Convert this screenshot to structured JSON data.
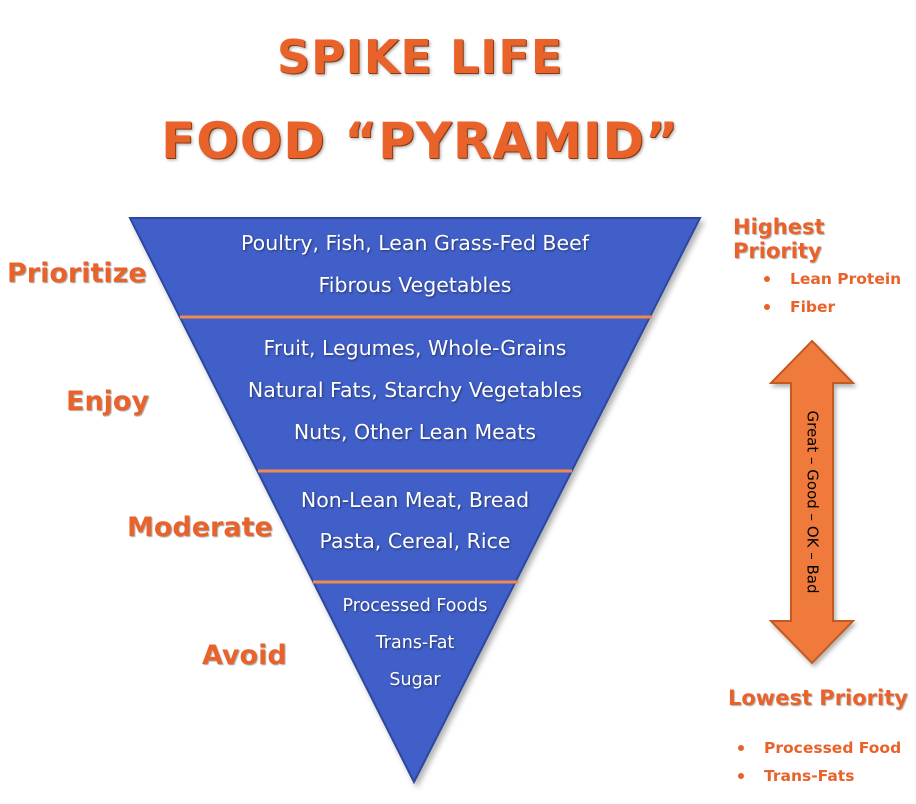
{
  "title": {
    "line1": "SPIKE LIFE",
    "line2": "FOOD “PYRAMID”"
  },
  "colors": {
    "accent": "#e8622a",
    "pyramid_fill": "#3f5fc8",
    "pyramid_stroke": "#2d479e",
    "divider": "#f08a52",
    "arrow_fill": "#f07a3a",
    "arrow_stroke": "#c25a20"
  },
  "tiers": [
    {
      "label": "Prioritize",
      "lines": [
        "Poultry, Fish, Lean Grass-Fed Beef",
        "Fibrous Vegetables"
      ]
    },
    {
      "label": "Enjoy",
      "lines": [
        "Fruit, Legumes, Whole-Grains",
        "Natural Fats, Starchy Vegetables",
        "Nuts, Other Lean Meats"
      ]
    },
    {
      "label": "Moderate",
      "lines": [
        "Non-Lean Meat, Bread",
        "Pasta, Cereal, Rice"
      ]
    },
    {
      "label": "Avoid",
      "lines": [
        "Processed Foods",
        "Trans-Fat",
        "Sugar"
      ]
    }
  ],
  "priority": {
    "highest_title": "Highest Priority",
    "highest_items": [
      "Lean Protein",
      "Fiber"
    ],
    "scale_text": "Great – Good – OK – Bad",
    "lowest_title": "Lowest Priority",
    "lowest_items": [
      "Processed Food",
      "Trans-Fats"
    ]
  }
}
